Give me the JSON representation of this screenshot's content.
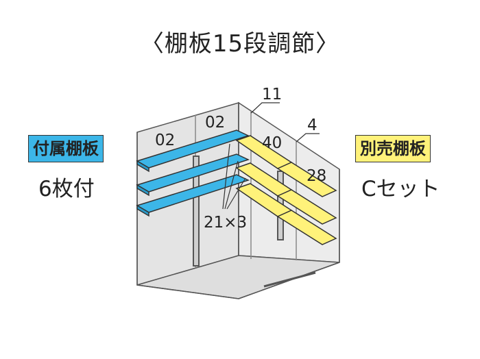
{
  "title": "〈棚板15段調節〉",
  "included": {
    "tag": "付属棚板",
    "detail": "6枚付"
  },
  "optional": {
    "tag": "別売棚板",
    "detail": "Cセット"
  },
  "dimensions": {
    "top_left": "02",
    "top_mid": "02",
    "top_right": "11",
    "right_depth": "4",
    "mid": "40",
    "right_shelf": "28",
    "spacing": "21×3"
  },
  "colors": {
    "included_shelf": "#3cb6e8",
    "optional_shelf": "#fff27a",
    "wall": "#e6e6e6"
  }
}
